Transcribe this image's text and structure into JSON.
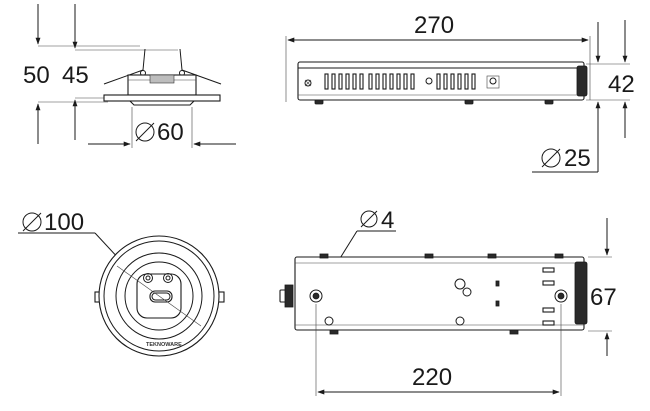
{
  "dimensions": {
    "top_left": {
      "height_total": "50",
      "height_inner": "45",
      "diameter": "60"
    },
    "top_right": {
      "length": "270",
      "height": "42",
      "diameter": "25"
    },
    "bottom_left": {
      "diameter": "100"
    },
    "bottom_right": {
      "hole_diameter": "4",
      "height": "67",
      "spacing": "220"
    }
  },
  "labels": {
    "diameter_symbol": "∅",
    "brand": "TEKNOWARE"
  }
}
